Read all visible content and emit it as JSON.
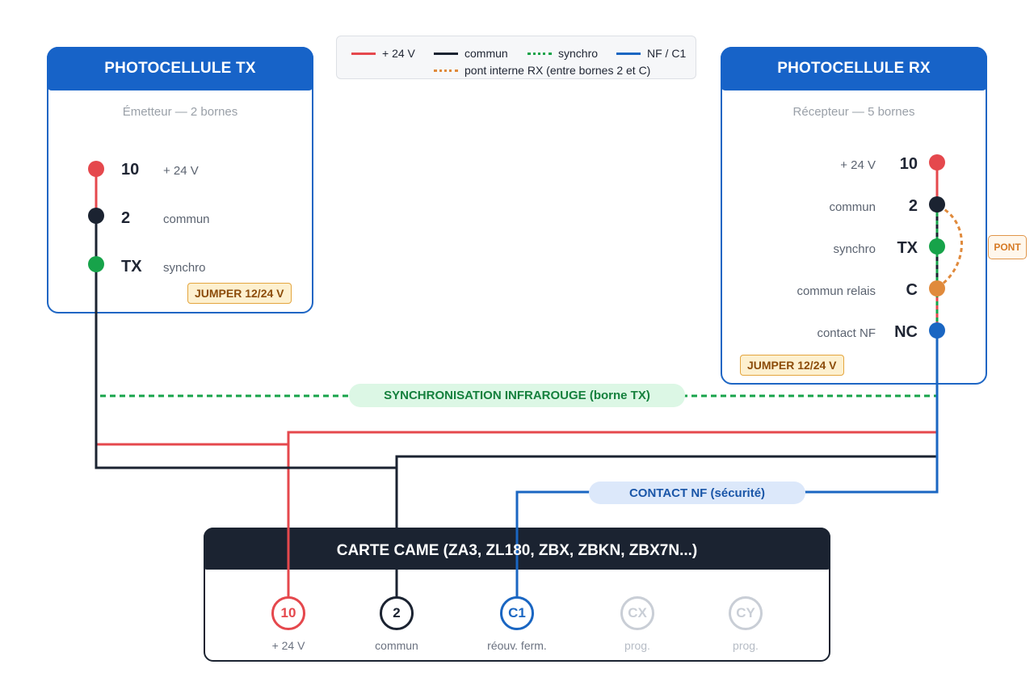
{
  "colors": {
    "plus24": "#e5484d",
    "commun": "#1b2331",
    "synchro": "#17a34a",
    "nf": "#1a66c2",
    "pont": "#e08a3c",
    "box_blue": "#1763c8",
    "inactive": "#c9ced6"
  },
  "legend": {
    "plus24": "+ 24 V",
    "commun": "commun",
    "synchro": "synchro",
    "nf": "NF / C1",
    "pont": "pont interne RX (entre bornes 2 et C)"
  },
  "tx_box": {
    "title": "PHOTOCELLULE TX",
    "subtitle": "Émetteur — 2 bornes",
    "jumper": "JUMPER 12/24 V",
    "terminals": [
      {
        "num": "10",
        "label": "+ 24 V"
      },
      {
        "num": "2",
        "label": "commun"
      },
      {
        "num": "TX",
        "label": "synchro"
      }
    ]
  },
  "rx_box": {
    "title": "PHOTOCELLULE RX",
    "subtitle": "Récepteur — 5 bornes",
    "jumper": "JUMPER 12/24 V",
    "terminals": [
      {
        "num": "10",
        "label": "+ 24 V"
      },
      {
        "num": "2",
        "label": "commun"
      },
      {
        "num": "TX",
        "label": "synchro"
      },
      {
        "num": "C",
        "label": "commun relais"
      },
      {
        "num": "NC",
        "label": "contact NF"
      }
    ]
  },
  "pont_label": "PONT",
  "sync_label": "SYNCHRONISATION INFRAROUGE (borne TX)",
  "nf_label": "CONTACT NF (sécurité)",
  "card": {
    "title": "CARTE CAME (ZA3, ZL180, ZBX, ZBKN, ZBX7N...)",
    "terminals": [
      {
        "num": "10",
        "label": "+ 24 V"
      },
      {
        "num": "2",
        "label": "commun"
      },
      {
        "num": "C1",
        "label": "réouv. ferm."
      },
      {
        "num": "CX",
        "label": "prog."
      },
      {
        "num": "CY",
        "label": "prog."
      }
    ]
  }
}
